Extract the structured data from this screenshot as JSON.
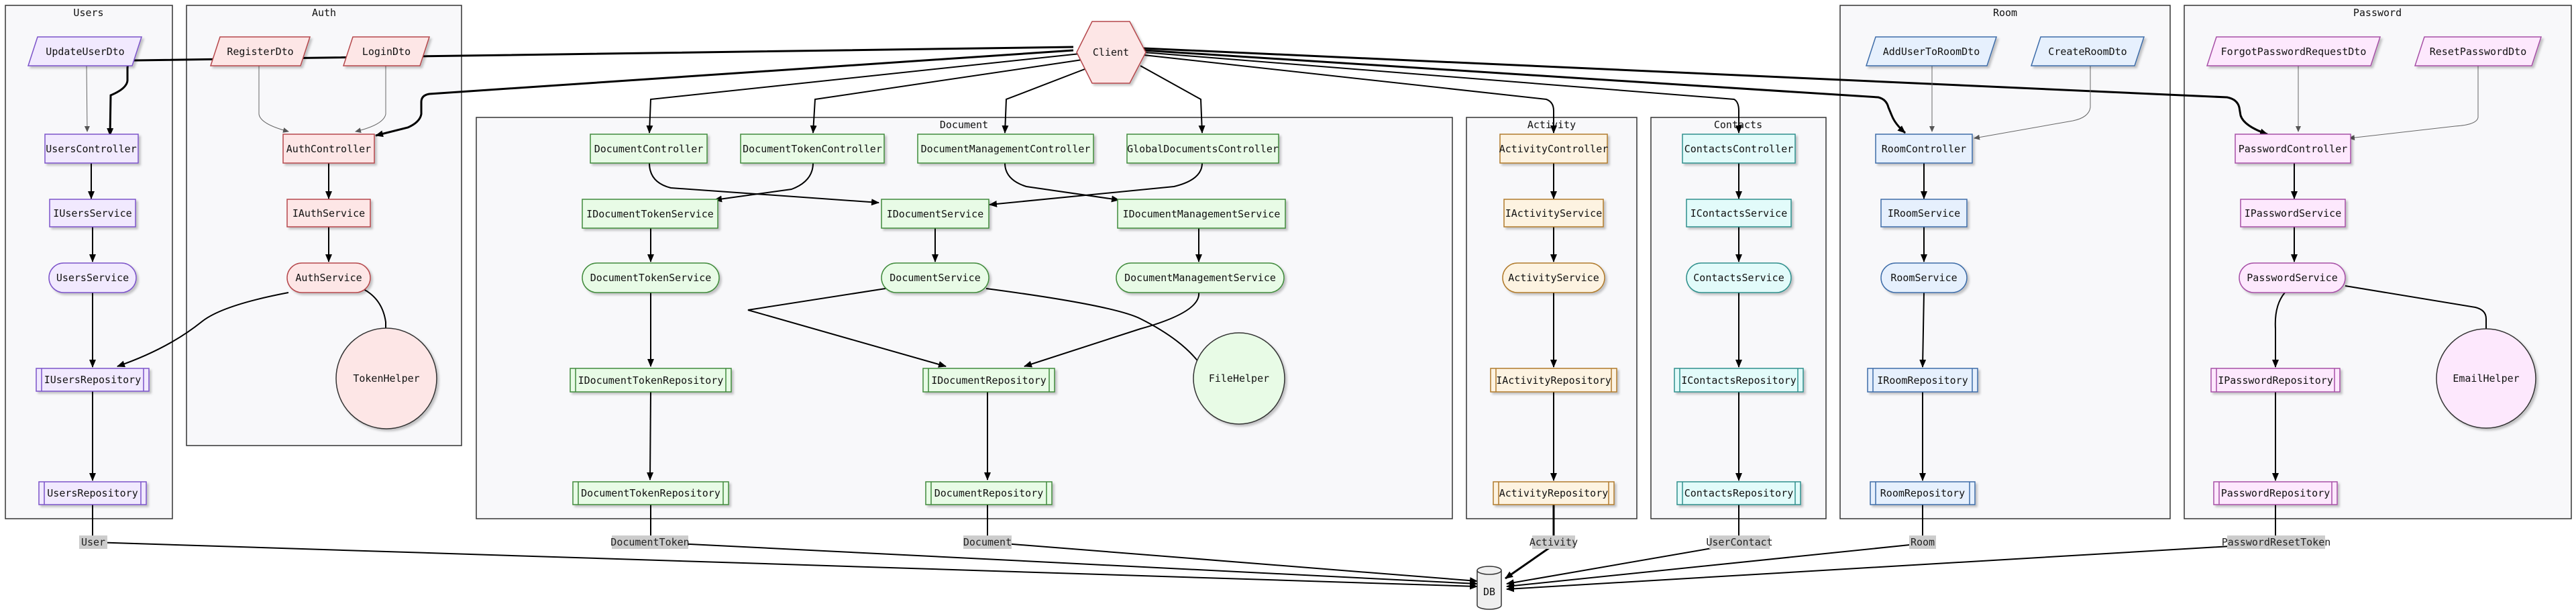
{
  "colors": {
    "users": "#f1e9fe",
    "users_stroke": "#7b52c9",
    "auth": "#fde6e6",
    "auth_stroke": "#b5474b",
    "document": "#e8fbe6",
    "document_stroke": "#3f8a3b",
    "activity": "#fdf3e1",
    "activity_stroke": "#b07a2c",
    "contacts": "#e2fbfa",
    "contacts_stroke": "#2e8f8c",
    "room": "#e6f0fd",
    "room_stroke": "#3d6ca8",
    "password": "#fde8fd",
    "password_stroke": "#a64fa6",
    "cluster_fill": "#f8f8fa",
    "cluster_stroke": "#333333",
    "edge_label_bg": "#cccccc"
  },
  "clusters": {
    "users": "Users",
    "auth": "Auth",
    "document": "Document",
    "activity": "Activity",
    "contacts": "Contacts",
    "room": "Room",
    "password": "Password"
  },
  "nodes": {
    "client": "Client",
    "db": "DB",
    "update_user_dto": "UpdateUserDto",
    "users_controller": "UsersController",
    "iusers_service": "IUsersService",
    "users_service": "UsersService",
    "iusers_repository": "IUsersRepository",
    "users_repository": "UsersRepository",
    "register_dto": "RegisterDto",
    "login_dto": "LoginDto",
    "auth_controller": "AuthController",
    "iauth_service": "IAuthService",
    "auth_service": "AuthService",
    "token_helper": "TokenHelper",
    "document_controller": "DocumentController",
    "document_token_controller": "DocumentTokenController",
    "document_management_controller": "DocumentManagementController",
    "global_documents_controller": "GlobalDocumentsController",
    "idocument_token_service": "IDocumentTokenService",
    "idocument_service": "IDocumentService",
    "idocument_management_service": "IDocumentManagementService",
    "document_token_service": "DocumentTokenService",
    "document_service": "DocumentService",
    "document_management_service": "DocumentManagementService",
    "idocument_token_repository": "IDocumentTokenRepository",
    "idocument_repository": "IDocumentRepository",
    "file_helper": "FileHelper",
    "document_token_repository": "DocumentTokenRepository",
    "document_repository": "DocumentRepository",
    "activity_controller": "ActivityController",
    "iactivity_service": "IActivityService",
    "activity_service": "ActivityService",
    "iactivity_repository": "IActivityRepository",
    "activity_repository": "ActivityRepository",
    "contacts_controller": "ContactsController",
    "icontacts_service": "IContactsService",
    "contacts_service": "ContactsService",
    "icontacts_repository": "IContactsRepository",
    "contacts_repository": "ContactsRepository",
    "add_user_to_room_dto": "AddUserToRoomDto",
    "create_room_dto": "CreateRoomDto",
    "room_controller": "RoomController",
    "iroom_service": "IRoomService",
    "room_service": "RoomService",
    "iroom_repository": "IRoomRepository",
    "room_repository": "RoomRepository",
    "forgot_password_request_dto": "ForgotPasswordRequestDto",
    "reset_password_dto": "ResetPasswordDto",
    "password_controller": "PasswordController",
    "ipassword_service": "IPasswordService",
    "password_service": "PasswordService",
    "email_helper": "EmailHelper",
    "ipassword_repository": "IPasswordRepository",
    "password_repository": "PasswordRepository"
  },
  "edge_labels": {
    "user": "User",
    "document_token": "DocumentToken",
    "document": "Document",
    "activity": "Activity",
    "user_contact": "UserContact",
    "room": "Room",
    "password_reset_token": "PasswordResetToken"
  }
}
